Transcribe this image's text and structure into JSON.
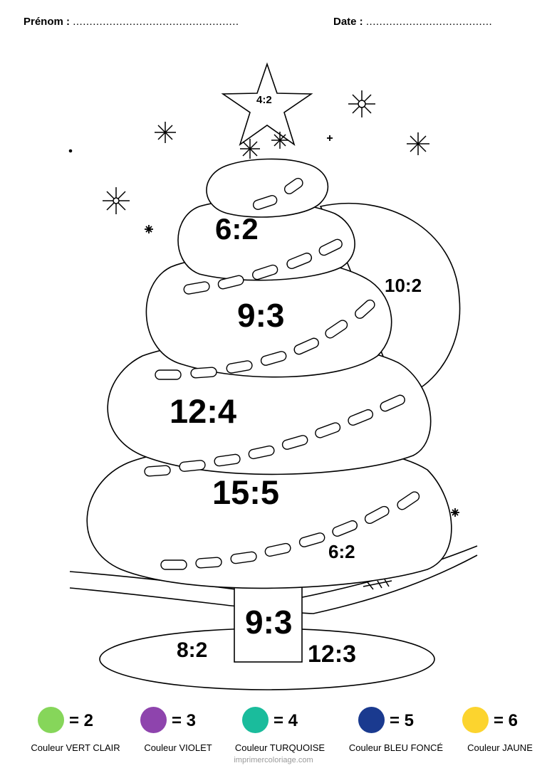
{
  "header": {
    "name_label": "Prénom :",
    "name_dots": "..................................................",
    "date_label": "Date :",
    "date_dots": "......................................"
  },
  "tree": {
    "star_label": "4:2",
    "layer1_label": "6:2",
    "layer2_label": "9:3",
    "moon_label": "10:2",
    "layer3_label": "12:4",
    "layer4_label": "15:5",
    "layer5_side_label": "6:2",
    "trunk_label": "9:3",
    "ground_left_label": "8:2",
    "ground_right_label": "12:3"
  },
  "legend": [
    {
      "color": "#86d65a",
      "equation": "= 2",
      "name": "Couleur VERT CLAIR"
    },
    {
      "color": "#8e44ad",
      "equation": "= 3",
      "name": "Couleur VIOLET"
    },
    {
      "color": "#1abc9c",
      "equation": "= 4",
      "name": "Couleur TURQUOISE"
    },
    {
      "color": "#1a3a8f",
      "equation": "= 5",
      "name": "Couleur BLEU FONCÉ"
    },
    {
      "color": "#fcd42e",
      "equation": "= 6",
      "name": "Couleur JAUNE"
    }
  ],
  "footer": {
    "website": "imprimercoloriage.com"
  }
}
